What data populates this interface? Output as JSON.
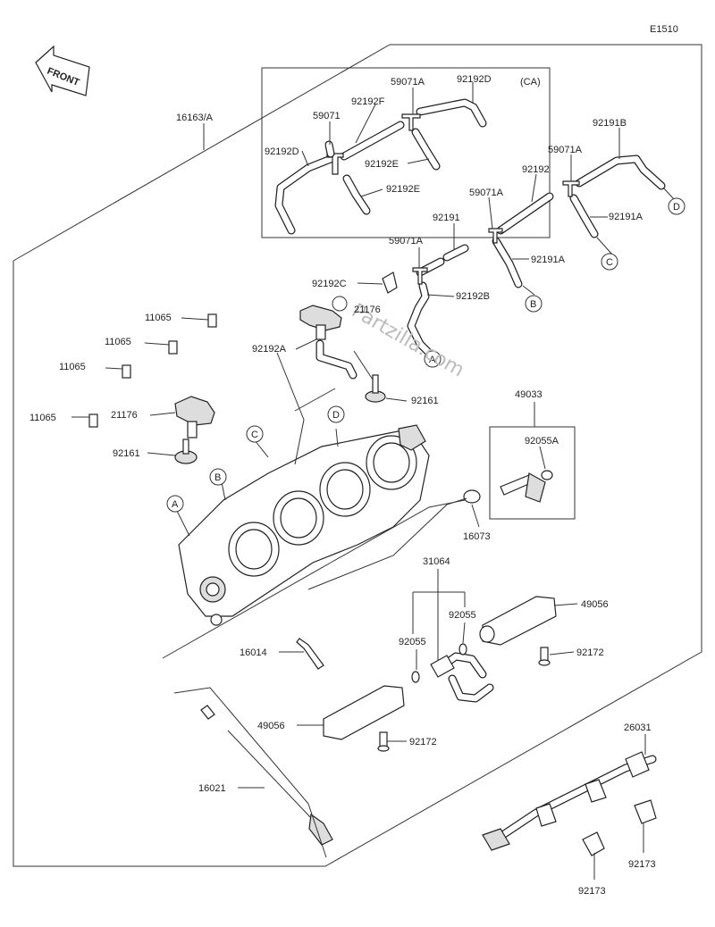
{
  "diagram_code": "E1510",
  "front_label": "FRONT",
  "ca_label": "(CA)",
  "watermark": "Partzilla.com",
  "callouts": {
    "p16163": "16163/A",
    "p59071A_ca": "59071A",
    "p92192D_top": "92192D",
    "p92192F": "92192F",
    "p59071": "59071",
    "p92192D_left": "92192D",
    "p92192E_1": "92192E",
    "p92192E_2": "92192E",
    "p92191B": "92191B",
    "p59071A_r1": "59071A",
    "p92192": "92192",
    "p59071A_r2": "59071A",
    "p92191A_1": "92191A",
    "p92191": "92191",
    "p59071A_r3": "59071A",
    "p92191A_2": "92191A",
    "p92192C": "92192C",
    "p92192B": "92192B",
    "p11065_1": "11065",
    "p21176_1": "21176",
    "p11065_2": "11065",
    "p92192A": "92192A",
    "p11065_3": "11065",
    "p92161_1": "92161",
    "p21176_2": "21176",
    "p11065_4": "11065",
    "p92161_2": "92161",
    "p49033": "49033",
    "p92055A": "92055A",
    "p16073": "16073",
    "p31064": "31064",
    "p92055_1": "92055",
    "p92055_2": "92055",
    "p49056_1": "49056",
    "p92172_1": "92172",
    "p16014": "16014",
    "p49056_2": "49056",
    "p92172_2": "92172",
    "p26031": "26031",
    "p16021": "16021",
    "p92173_1": "92173",
    "p92173_2": "92173"
  },
  "refs": {
    "A1": "A",
    "A2": "A",
    "B1": "B",
    "B2": "B",
    "C1": "C",
    "C2": "C",
    "D1": "D",
    "D2": "D"
  }
}
